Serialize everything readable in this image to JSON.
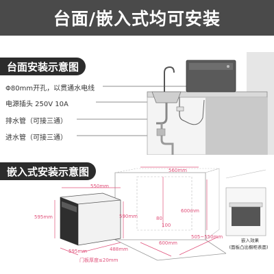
{
  "banner": {
    "title": "台面/嵌入式均可安装"
  },
  "countertop": {
    "tab": "台面安装示意图",
    "labels": [
      "Φ80mm开孔，以贯通水电线",
      "电源插头 250V 10A",
      "排水管（可接三通）",
      "进水管（可接三通）"
    ]
  },
  "embedded": {
    "tab": "嵌入式安装示意图",
    "dims": {
      "w550": "550mm",
      "w560": "560mm",
      "h595": "595mm",
      "h590": "590mm",
      "h600": "600mm",
      "d505": "505~550mm",
      "w600": "600mm",
      "w595": "595mm",
      "d488": "488mm",
      "h80": "80",
      "w100": "100"
    },
    "door_thickness": "门板厚度≤20mm",
    "effect_title": "嵌入效果",
    "effect_note": "(面板凸出橱柜表面)"
  },
  "colors": {
    "banner": "#4a4a4a",
    "tab": "#2c2c2c",
    "dim": "#e0507a",
    "line": "#9a9a9a"
  }
}
